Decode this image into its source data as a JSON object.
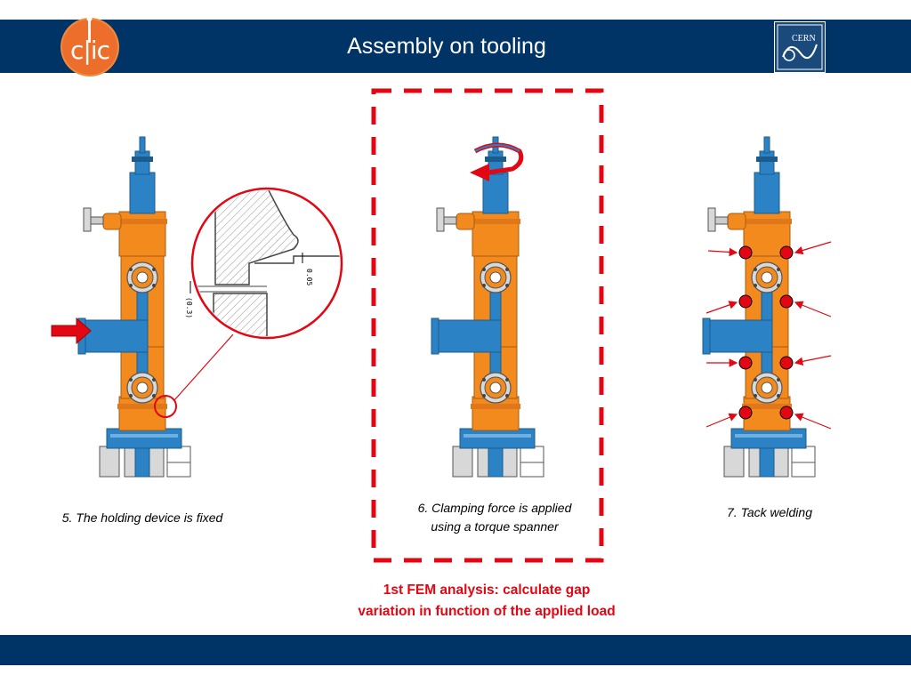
{
  "slide": {
    "title": "Assembly on tooling",
    "colors": {
      "header": "#003366",
      "assembly_orange": "#f28a1e",
      "assembly_blue": "#2b82c4",
      "highlight_red": "#e30613"
    }
  },
  "logos": {
    "left": {
      "icon": "clic-logo",
      "text": "CLIC"
    },
    "right": {
      "icon": "cern-logo",
      "text": "CERN"
    }
  },
  "detail": {
    "dimension_upper": "0.05",
    "dimension_lower": "(0.3)"
  },
  "steps": [
    {
      "caption": "5. The holding device is fixed"
    },
    {
      "caption_line1": "6. Clamping force is applied",
      "caption_line2": "using a torque spanner"
    },
    {
      "caption": "7. Tack welding"
    }
  ],
  "note": {
    "line1": "1st FEM analysis: calculate gap",
    "line2": "variation in function of the applied load"
  }
}
